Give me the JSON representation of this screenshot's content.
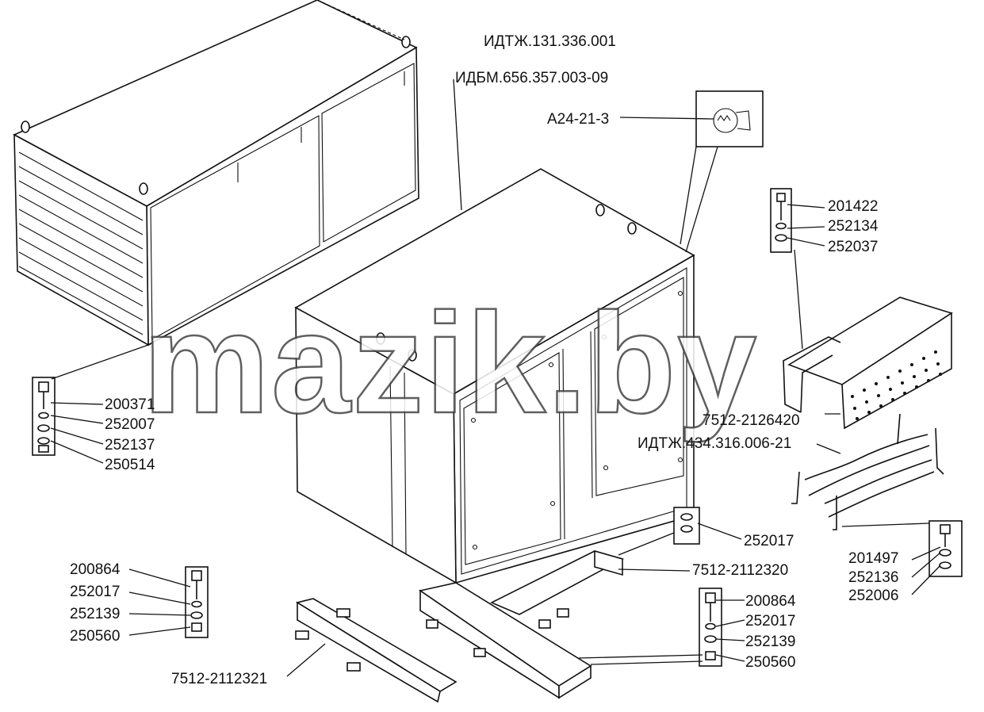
{
  "diagram": {
    "watermark": "mazik.by",
    "labels": {
      "assembly_code": "ИДТЖ.131.336.001",
      "housing_code": "ИДБМ.656.357.003-09",
      "lamp_code": "А24-21-3",
      "cover_code": "7512-2126420",
      "resistor_code": "ИДТЖ.434.316.006-21",
      "bracket_right_code": "7512-2112320",
      "bracket_left_code": "7512-2112321",
      "top_right_fasteners": [
        "201422",
        "252134",
        "252037"
      ],
      "left_fasteners": [
        "200371",
        "252007",
        "252137",
        "250514"
      ],
      "bottom_left_fasteners": [
        "200864",
        "252017",
        "252139",
        "250560"
      ],
      "bottom_right_fasteners": [
        "200864",
        "252017",
        "252139",
        "250560"
      ],
      "mid_washer": "252017",
      "resistor_fasteners": [
        "201497",
        "252136",
        "252006"
      ]
    }
  }
}
